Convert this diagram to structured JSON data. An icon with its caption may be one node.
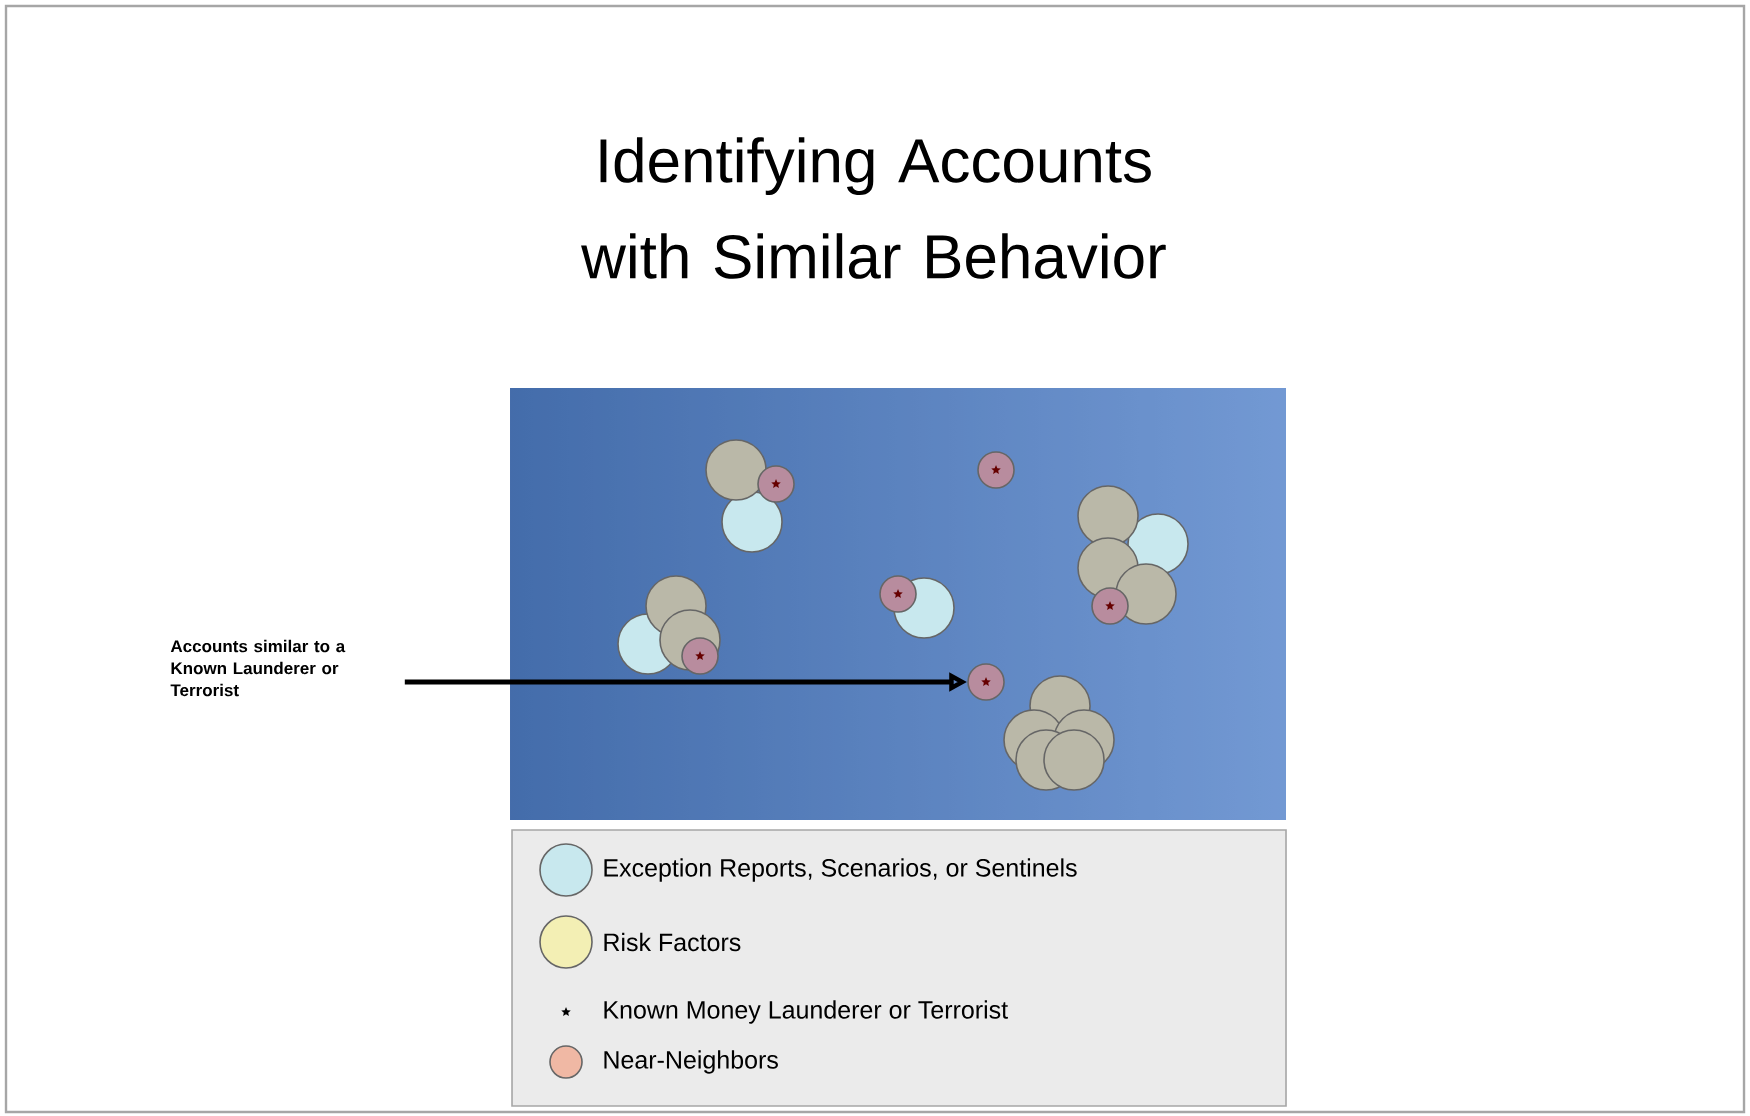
{
  "diagram": {
    "title": "Identifying Accounts with Similar Behavior",
    "nodes": [
      {
        "text": [
          "Accounts similar to a Known Launderer or Terrorist"
        ]
      },
      {
        "text": [],
        "shape": "circle"
      }
    ],
    "edges": [
      {
        "from": 0,
        "to": 1,
        "arrow": "to"
      }
    ],
    "legend": [
      {
        "text": "Exception Reports, Scenarios, or Sentinels",
        "color": "#c8e8ee"
      },
      {
        "text": "Risk Factors",
        "color": "#f3efb4"
      },
      {
        "text": "Known Money Launderer or Terrorist"
      },
      {
        "text": "Near-Neighbors",
        "color": "#f0b8a4"
      }
    ]
  }
}
